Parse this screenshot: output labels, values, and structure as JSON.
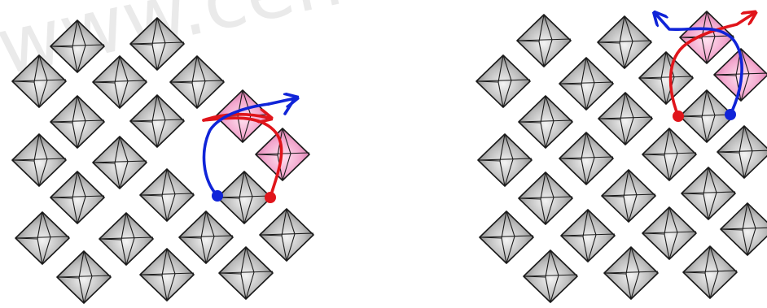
{
  "watermark": {
    "text": "www.cem"
  },
  "colors": {
    "octahedron_gray": "#b9b9b9",
    "octahedron_highlight": "#f3a9cf",
    "edge": "#1a1a1a",
    "red_path": "#e0151b",
    "blue_path": "#1024d8"
  },
  "panels": [
    {
      "id": "left",
      "description_icon": "octahedra-lattice-icon"
    },
    {
      "id": "right",
      "description_icon": "octahedra-lattice-icon"
    }
  ]
}
